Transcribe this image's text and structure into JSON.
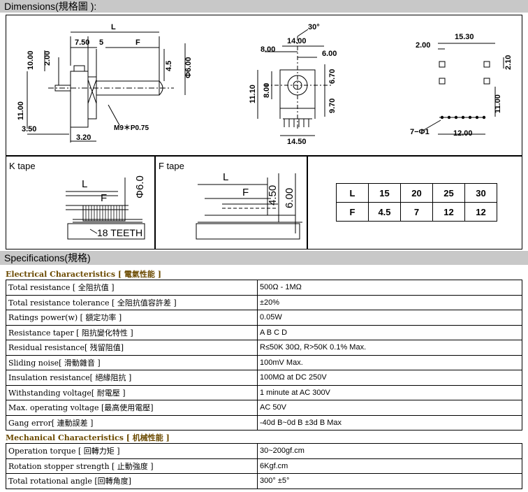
{
  "headers": {
    "dimensions": "Dimensions(規格圖 ):",
    "specifications": "Specifications(規格)"
  },
  "drawings": {
    "side": {
      "L": "L",
      "d750": "7.50",
      "d5": "5",
      "F": "F",
      "d1000": "10.00",
      "d200": "2.00",
      "d45": "4.5",
      "phi600": "Φ6.00",
      "d1100": "11.00",
      "thread": "M9＊P0.75",
      "d350": "3.50",
      "d320": "3.20"
    },
    "front": {
      "angle": "30°",
      "d1400": "14.00",
      "d800a": "8.00",
      "d600": "6.00",
      "d1110": "11.10",
      "d800b": "8.00",
      "d670": "6.70",
      "d970": "9.70",
      "d1450": "14.50"
    },
    "pcb": {
      "d1530": "15.30",
      "d200": "2.00",
      "d210": "2.10",
      "d1100": "11.00",
      "holes": "7−Φ1",
      "d1200": "12.00"
    },
    "ktape": {
      "label": "K tape",
      "L": "L",
      "F": "F",
      "phi": "Φ6.0",
      "teeth": "18 TEETH"
    },
    "ftape": {
      "label": "F tape",
      "L": "L",
      "F": "F",
      "d450": "4.50",
      "d600": "6.00"
    }
  },
  "lf_table": {
    "rows": [
      [
        "L",
        "15",
        "20",
        "25",
        "30"
      ],
      [
        "F",
        "4.5",
        "7",
        "12",
        "12"
      ]
    ]
  },
  "electrical": {
    "title": "Electrical Characteristics [ 電氣性能 ]",
    "rows": [
      [
        "Total resistance [ 全阻抗值 ]",
        "500Ω - 1MΩ"
      ],
      [
        "Total resistance tolerance [ 全阻抗值容許差 ]",
        "±20%"
      ],
      [
        "Ratings power(w) [ 額定功率 ]",
        "0.05W"
      ],
      [
        "Resistance taper [ 阻抗變化特性 ]",
        "A B C D"
      ],
      [
        "Residual resistance[ 残留阻值]",
        "R≤50K 30Ω, R>50K 0.1% Max."
      ],
      [
        "Sliding noise[ 滑動雜音 ]",
        "100mV Max."
      ],
      [
        "Insulation resistance[ 絕緣阻抗 ]",
        "100MΩ at DC 250V"
      ],
      [
        "Withstanding voltage[ 耐電壓 ]",
        "1 minute at AC 300V"
      ],
      [
        "Max. operating voltage [最高使用電壓]",
        "AC 50V"
      ],
      [
        "Gang error[ 連動誤差 ]",
        "-40d B~0d B ±3d B Max"
      ]
    ]
  },
  "mechanical": {
    "title": "Mechanical Characteristics [ 机械性能 ]",
    "rows": [
      [
        "Operation torque [ 回轉力矩 ]",
        "30~200gf.cm"
      ],
      [
        "Rotation stopper strength [ 止動強度 ]",
        "6Kgf.cm"
      ],
      [
        "Total rotational angle [回轉角度]",
        "300° ±5°"
      ]
    ]
  }
}
